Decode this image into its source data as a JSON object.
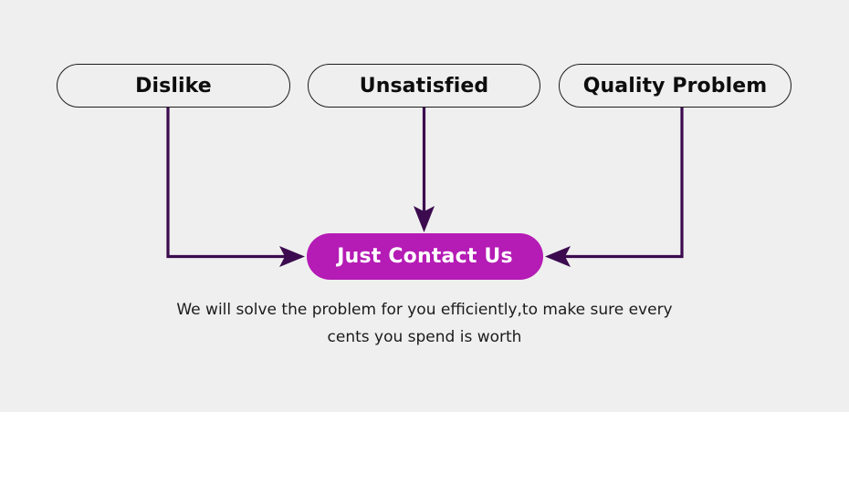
{
  "banner": {
    "background_color": "#efefef",
    "accent_color": "#b51bb5",
    "connector_color": "#3c0b4f",
    "box_border_color": "#1d1d1d",
    "reasons": [
      {
        "label": "Dislike"
      },
      {
        "label": "Unsatisfied"
      },
      {
        "label": "Quality Problem"
      }
    ],
    "cta": {
      "label": "Just Contact Us"
    },
    "caption": {
      "line1": "We will solve the problem for you efficiently,to make sure every",
      "line2": "cents you spend is worth",
      "full_text": "We will solve the problem for you efficiently,to make sure every cents you spend is worth"
    },
    "arrows": [
      {
        "name": "arrow-from-dislike",
        "direction": "right"
      },
      {
        "name": "arrow-from-unsatisfied",
        "direction": "down"
      },
      {
        "name": "arrow-from-quality-problem",
        "direction": "left"
      }
    ]
  }
}
